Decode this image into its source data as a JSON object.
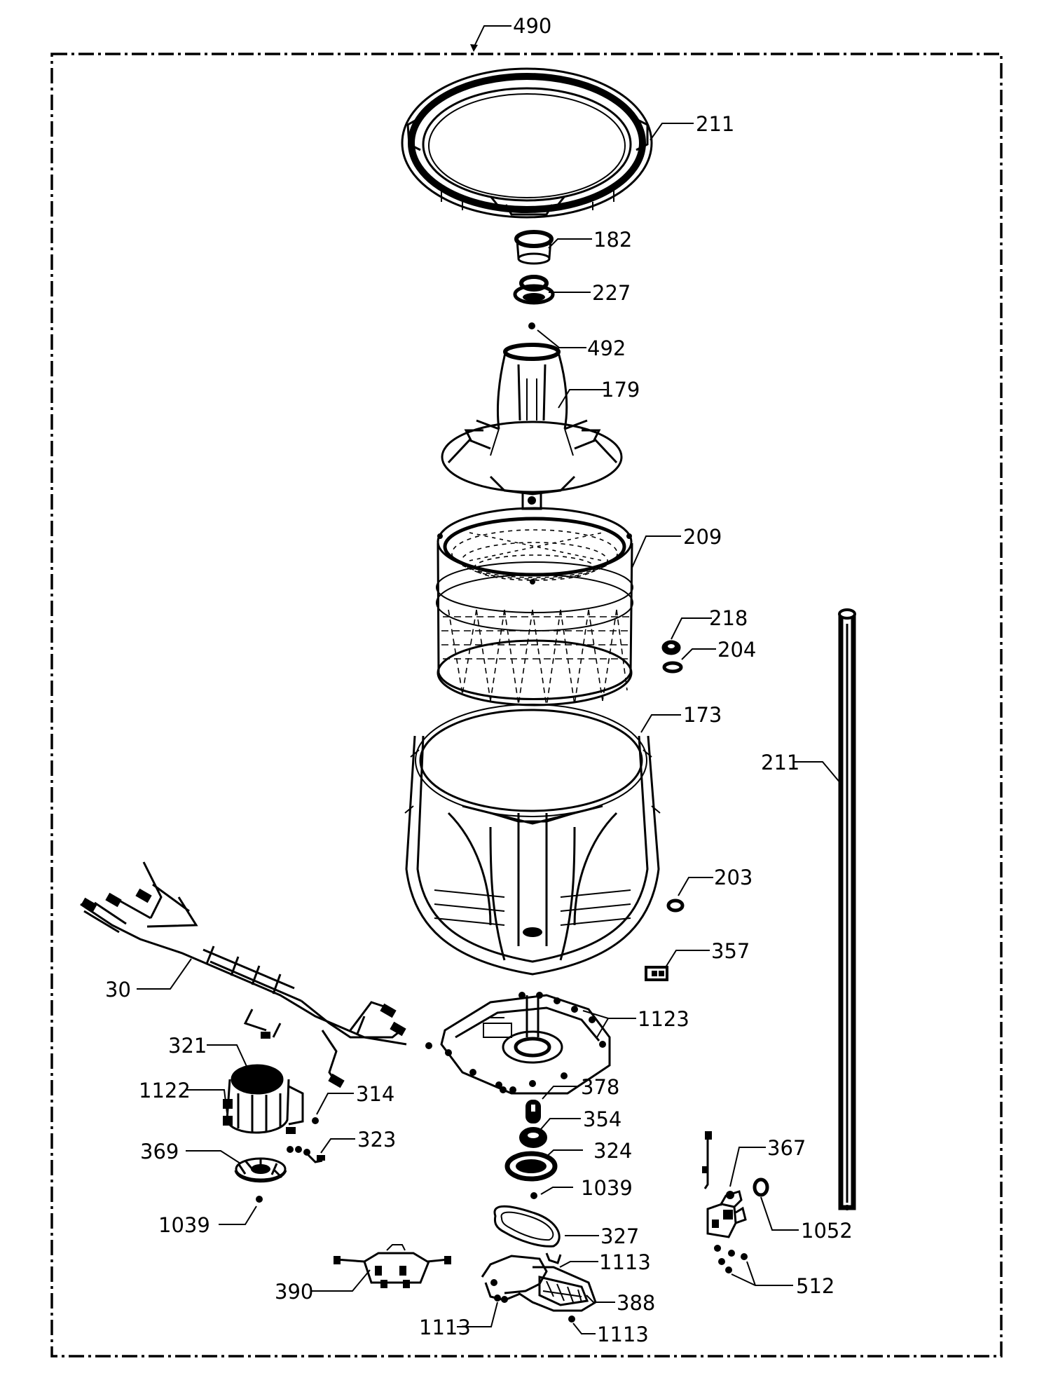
{
  "diagram": {
    "frame_label": "490",
    "callouts": [
      {
        "id": "c-490-frame",
        "text": "490"
      },
      {
        "id": "c-211-ring",
        "text": "211"
      },
      {
        "id": "c-182",
        "text": "182"
      },
      {
        "id": "c-227",
        "text": "227"
      },
      {
        "id": "c-492",
        "text": "492"
      },
      {
        "id": "c-179",
        "text": "179"
      },
      {
        "id": "c-209",
        "text": "209"
      },
      {
        "id": "c-218",
        "text": "218"
      },
      {
        "id": "c-204",
        "text": "204"
      },
      {
        "id": "c-173",
        "text": "173"
      },
      {
        "id": "c-211-rod",
        "text": "211"
      },
      {
        "id": "c-203",
        "text": "203"
      },
      {
        "id": "c-357",
        "text": "357"
      },
      {
        "id": "c-30",
        "text": "30"
      },
      {
        "id": "c-1123",
        "text": "1123"
      },
      {
        "id": "c-321",
        "text": "321"
      },
      {
        "id": "c-1122",
        "text": "1122"
      },
      {
        "id": "c-314",
        "text": "314"
      },
      {
        "id": "c-378",
        "text": "378"
      },
      {
        "id": "c-354",
        "text": "354"
      },
      {
        "id": "c-323",
        "text": "323"
      },
      {
        "id": "c-369",
        "text": "369"
      },
      {
        "id": "c-324",
        "text": "324"
      },
      {
        "id": "c-367",
        "text": "367"
      },
      {
        "id": "c-1039-a",
        "text": "1039"
      },
      {
        "id": "c-1039-b",
        "text": "1039"
      },
      {
        "id": "c-1052",
        "text": "1052"
      },
      {
        "id": "c-327",
        "text": "327"
      },
      {
        "id": "c-1113-a",
        "text": "1113"
      },
      {
        "id": "c-390",
        "text": "390"
      },
      {
        "id": "c-388",
        "text": "388"
      },
      {
        "id": "c-512",
        "text": "512"
      },
      {
        "id": "c-1113-b",
        "text": "1113"
      },
      {
        "id": "c-1113-c",
        "text": "1113"
      }
    ]
  }
}
